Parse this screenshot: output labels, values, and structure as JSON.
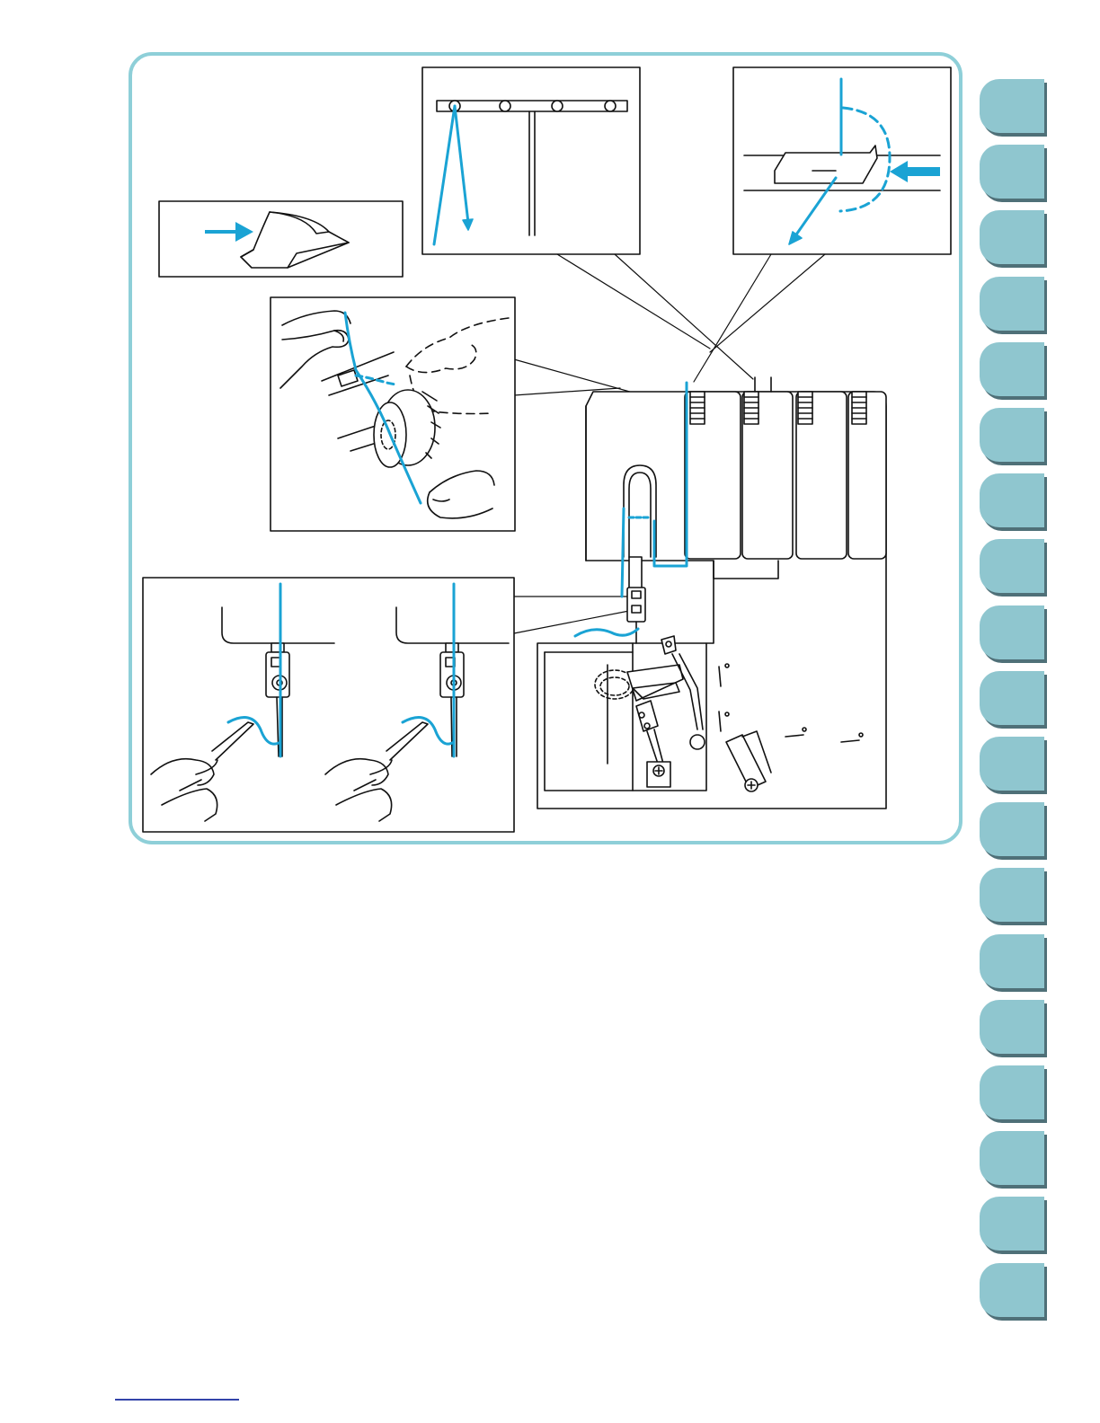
{
  "colors": {
    "accent_thread": "#1aa3d4",
    "frame_border": "#8ecfd8",
    "tab_fill": "#8fc6cf",
    "tab_shadow": "#4f7078",
    "line_art": "#111111",
    "footer_rule": "#3344aa"
  },
  "side_tabs": {
    "count": 19
  },
  "illustration": {
    "panels": [
      "cover-pressing-panel",
      "thread-guide-bar-panel",
      "thread-guide-slot-panel",
      "tension-dial-threading-panel",
      "needle-threading-panel"
    ]
  }
}
